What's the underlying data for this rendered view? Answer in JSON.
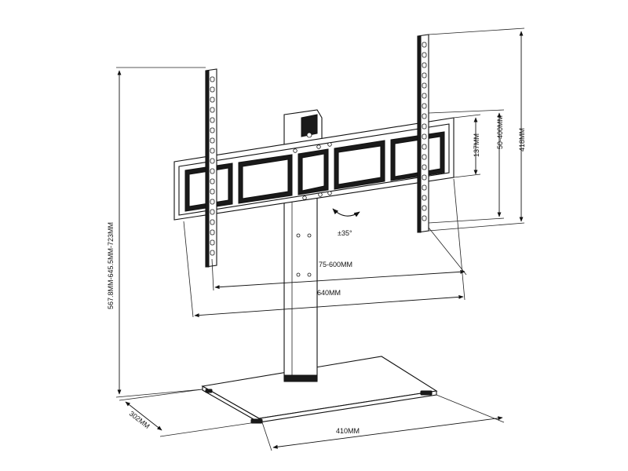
{
  "dimensions": {
    "total_height": "567.8MM-645.5MM-723MM",
    "bracket_height": "418MM",
    "vesa_vertical": "50-400MM",
    "slot_spacing": "137MM",
    "tilt": "±35°",
    "vesa_horizontal": "75-600MM",
    "bracket_width": "640MM",
    "base_depth": "302MM",
    "base_width": "410MM"
  }
}
